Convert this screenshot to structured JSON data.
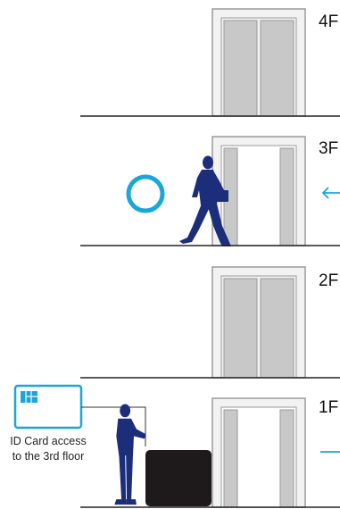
{
  "floors": [
    {
      "label": "4F",
      "door": "closed",
      "person_exiting": false
    },
    {
      "label": "3F",
      "door": "open",
      "person_exiting": true,
      "indicator": "circle",
      "arrow": "left"
    },
    {
      "label": "2F",
      "door": "closed",
      "person_exiting": false
    },
    {
      "label": "1F",
      "door": "open",
      "person_at_reader": true,
      "arrow": "right"
    }
  ],
  "card": {
    "caption_line1": "ID Card access",
    "caption_line2": "to the 3rd floor"
  },
  "colors": {
    "person": "#1c2d7a",
    "accent": "#1aa6d8",
    "door_fill": "#c8c8c8",
    "frame": "#999999",
    "reader": "#1e1a1c",
    "floor_line": "#222222"
  }
}
